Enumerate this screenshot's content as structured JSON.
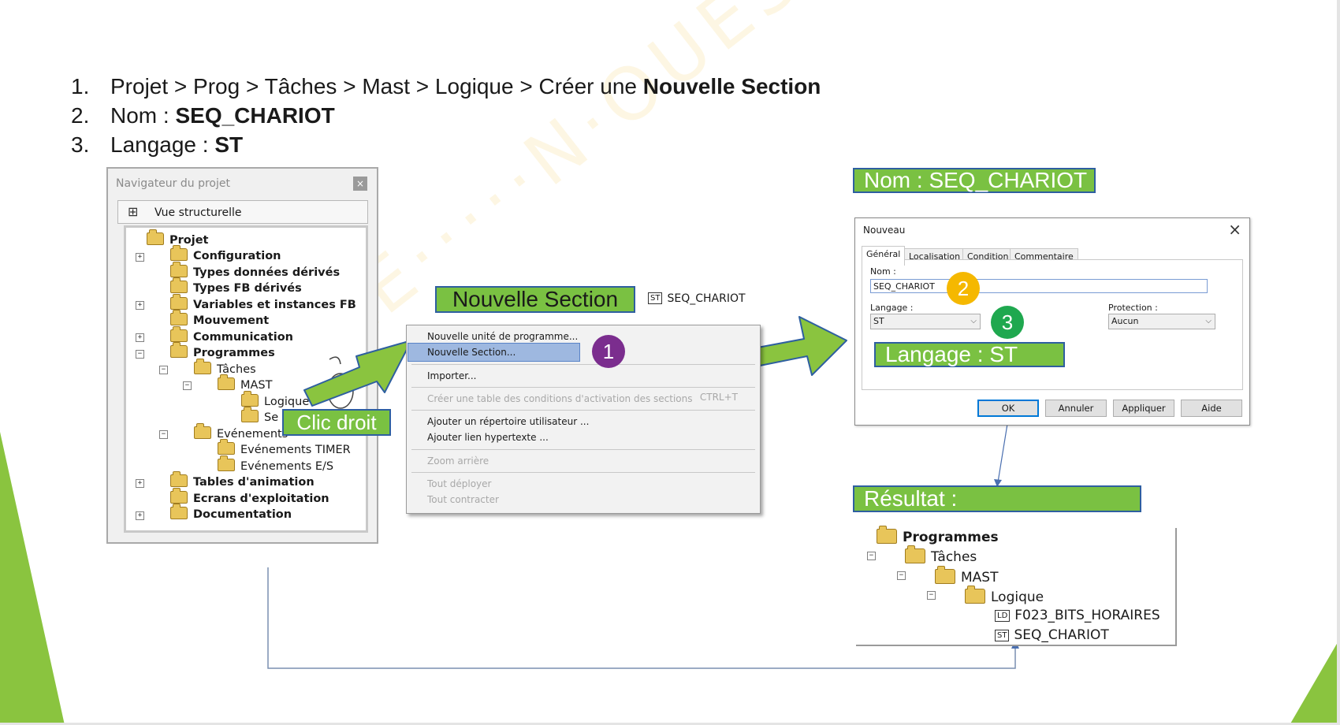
{
  "colors": {
    "accent_green": "#7ac142",
    "arrow_green": "#8ac43f",
    "label_border": "#2e5fa0",
    "badge_1": "#7b2d8e",
    "badge_2": "#f5b800",
    "badge_3": "#1fa84f",
    "menu_selected": "#9eb8e0"
  },
  "instructions": [
    {
      "num": "1.",
      "text": "Projet > Prog > Tâches > Mast > Logique > Créer une ",
      "bold": "Nouvelle Section"
    },
    {
      "num": "2.",
      "text": "Nom : ",
      "bold": "SEQ_CHARIOT"
    },
    {
      "num": "3.",
      "text": "Langage : ",
      "bold": "ST"
    }
  ],
  "navigator": {
    "title": "Navigateur du projet",
    "close_icon": "close-icon",
    "view_label": "Vue structurelle",
    "tree": [
      {
        "label": "Projet",
        "bold": true
      },
      {
        "label": "Configuration",
        "bold": true
      },
      {
        "label": "Types données dérivés",
        "bold": true
      },
      {
        "label": "Types FB dérivés",
        "bold": true
      },
      {
        "label": "Variables et instances FB",
        "bold": true
      },
      {
        "label": "Mouvement",
        "bold": true
      },
      {
        "label": "Communication",
        "bold": true
      },
      {
        "label": "Programmes",
        "bold": true
      },
      {
        "label": "Tâches",
        "bold": false
      },
      {
        "label": "MAST",
        "bold": false
      },
      {
        "label": "Logique",
        "bold": false
      },
      {
        "label": "Se",
        "bold": false
      },
      {
        "label": "Evénements",
        "bold": false
      },
      {
        "label": "Evénements TIMER",
        "bold": false
      },
      {
        "label": "Evénements E/S",
        "bold": false
      },
      {
        "label": "Tables d'animation",
        "bold": true
      },
      {
        "label": "Ecrans d'exploitation",
        "bold": true
      },
      {
        "label": "Documentation",
        "bold": true
      }
    ]
  },
  "callouts": {
    "clic_droit": "Clic droit",
    "nouvelle_section": "Nouvelle Section",
    "nom": "Nom : SEQ_CHARIOT",
    "langage": "Langage : ST",
    "resultat": "Résultat :"
  },
  "st_preview": {
    "icon_text": "ST",
    "label": "SEQ_CHARIOT"
  },
  "context_menu": {
    "items": [
      {
        "label": "Nouvelle unité de programme...",
        "disabled": false
      },
      {
        "label": "Nouvelle Section...",
        "disabled": false,
        "selected": true
      },
      {
        "label": "Importer...",
        "disabled": false
      },
      {
        "label": "Créer une table des conditions d'activation des sections",
        "disabled": true,
        "shortcut": "CTRL+T"
      },
      {
        "label": "Ajouter un répertoire utilisateur ...",
        "disabled": false
      },
      {
        "label": "Ajouter lien hypertexte ...",
        "disabled": false
      },
      {
        "label": "Zoom arrière",
        "disabled": true
      },
      {
        "label": "Tout déployer",
        "disabled": true
      },
      {
        "label": "Tout contracter",
        "disabled": true
      }
    ]
  },
  "badges": [
    "1",
    "2",
    "3"
  ],
  "dialog": {
    "title": "Nouveau",
    "tabs": [
      "Général",
      "Localisation",
      "Condition",
      "Commentaire"
    ],
    "active_tab": "Général",
    "nom_label": "Nom :",
    "nom_value": "SEQ_CHARIOT",
    "langage_label": "Langage :",
    "langage_value": "ST",
    "protection_label": "Protection :",
    "protection_value": "Aucun",
    "buttons": [
      "OK",
      "Annuler",
      "Appliquer",
      "Aide"
    ]
  },
  "result_tree": [
    {
      "label": "Programmes",
      "bold": true
    },
    {
      "label": "Tâches",
      "bold": false
    },
    {
      "label": "MAST",
      "bold": false
    },
    {
      "label": "Logique",
      "bold": false
    },
    {
      "label": "F023_BITS_HORAIRES",
      "bold": false,
      "icon_text": "LD"
    },
    {
      "label": "SEQ_CHARIOT",
      "bold": false,
      "icon_text": "ST"
    }
  ]
}
